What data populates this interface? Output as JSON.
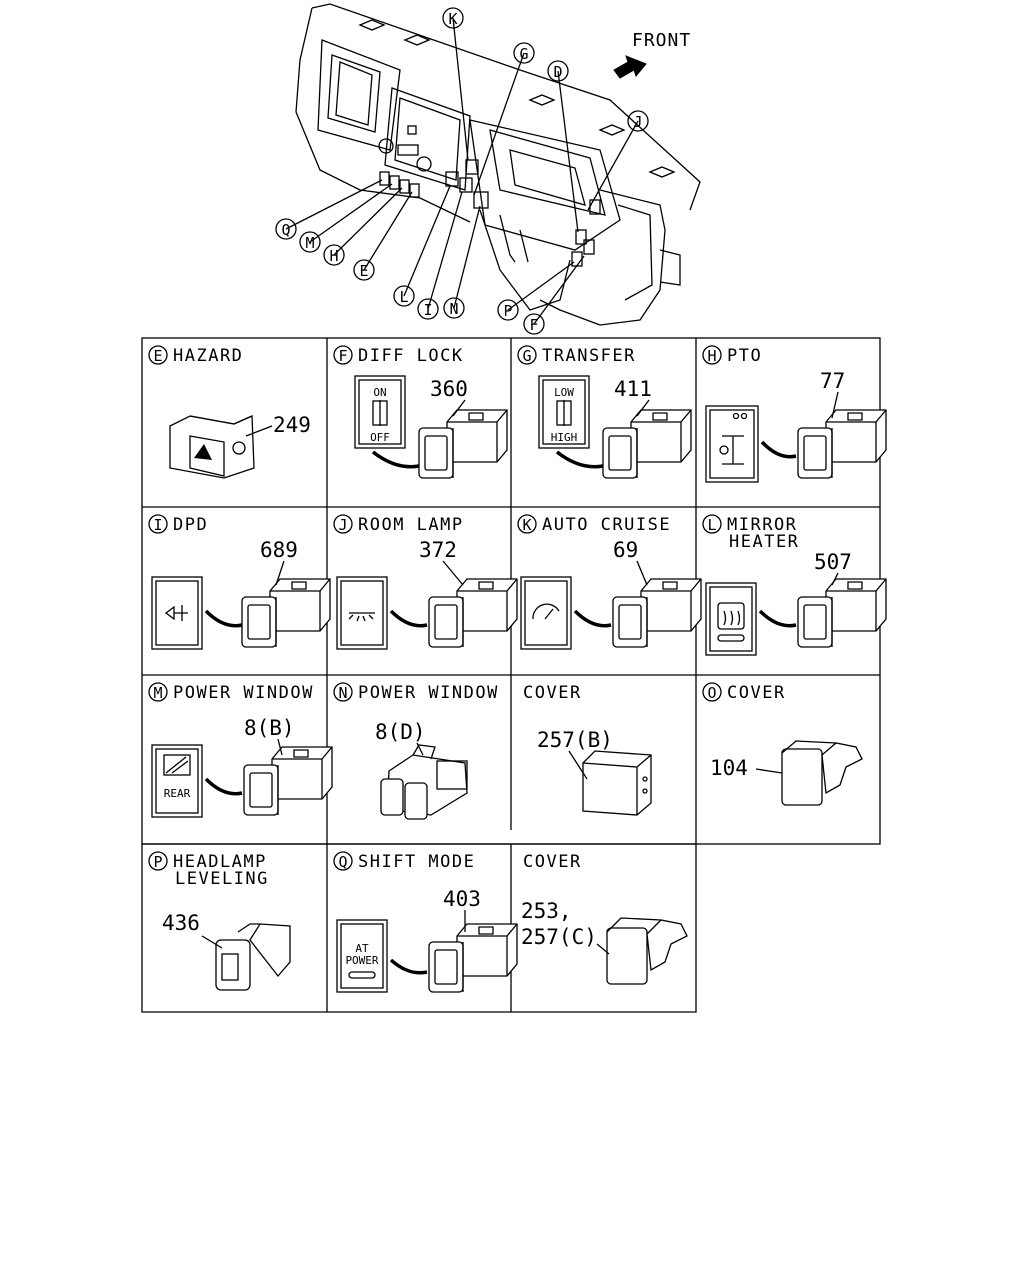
{
  "front_label": "FRONT",
  "callouts": [
    "K",
    "G",
    "D",
    "J",
    "Q",
    "M",
    "H",
    "E",
    "L",
    "I",
    "N",
    "P",
    "F"
  ],
  "cells": [
    {
      "id": "E",
      "title": "HAZARD",
      "title2": "",
      "part": "249"
    },
    {
      "id": "F",
      "title": "DIFF LOCK",
      "title2": "",
      "part": "360",
      "icon_text": [
        "ON",
        "OFF"
      ]
    },
    {
      "id": "G",
      "title": "TRANSFER",
      "title2": "",
      "part": "411",
      "icon_text": [
        "LOW",
        "HIGH"
      ]
    },
    {
      "id": "H",
      "title": "PTO",
      "title2": "",
      "part": "77"
    },
    {
      "id": "I",
      "title": "DPD",
      "title2": "",
      "part": "689"
    },
    {
      "id": "J",
      "title": "ROOM LAMP",
      "title2": "",
      "part": "372"
    },
    {
      "id": "K",
      "title": "AUTO CRUISE",
      "title2": "",
      "part": "69"
    },
    {
      "id": "L",
      "title": "MIRROR",
      "title2": "HEATER",
      "part": "507"
    },
    {
      "id": "M",
      "title": "POWER WINDOW",
      "title2": "",
      "part": "8(B)",
      "icon_text": [
        "REAR"
      ]
    },
    {
      "id": "N",
      "title": "POWER WINDOW",
      "title2": "",
      "part": "8(D)"
    },
    {
      "id": "N2",
      "title": "COVER",
      "title2": "",
      "part": "257(B)"
    },
    {
      "id": "O",
      "title": "COVER",
      "title2": "",
      "part": "104"
    },
    {
      "id": "P",
      "title": "HEADLAMP",
      "title2": "LEVELING",
      "part": "436"
    },
    {
      "id": "Q",
      "title": "SHIFT MODE",
      "title2": "",
      "part": "403",
      "icon_text": [
        "AT",
        "POWER"
      ]
    },
    {
      "id": "Q2",
      "title": "COVER",
      "title2": "",
      "part": "253,",
      "part2": "257(C)"
    }
  ]
}
